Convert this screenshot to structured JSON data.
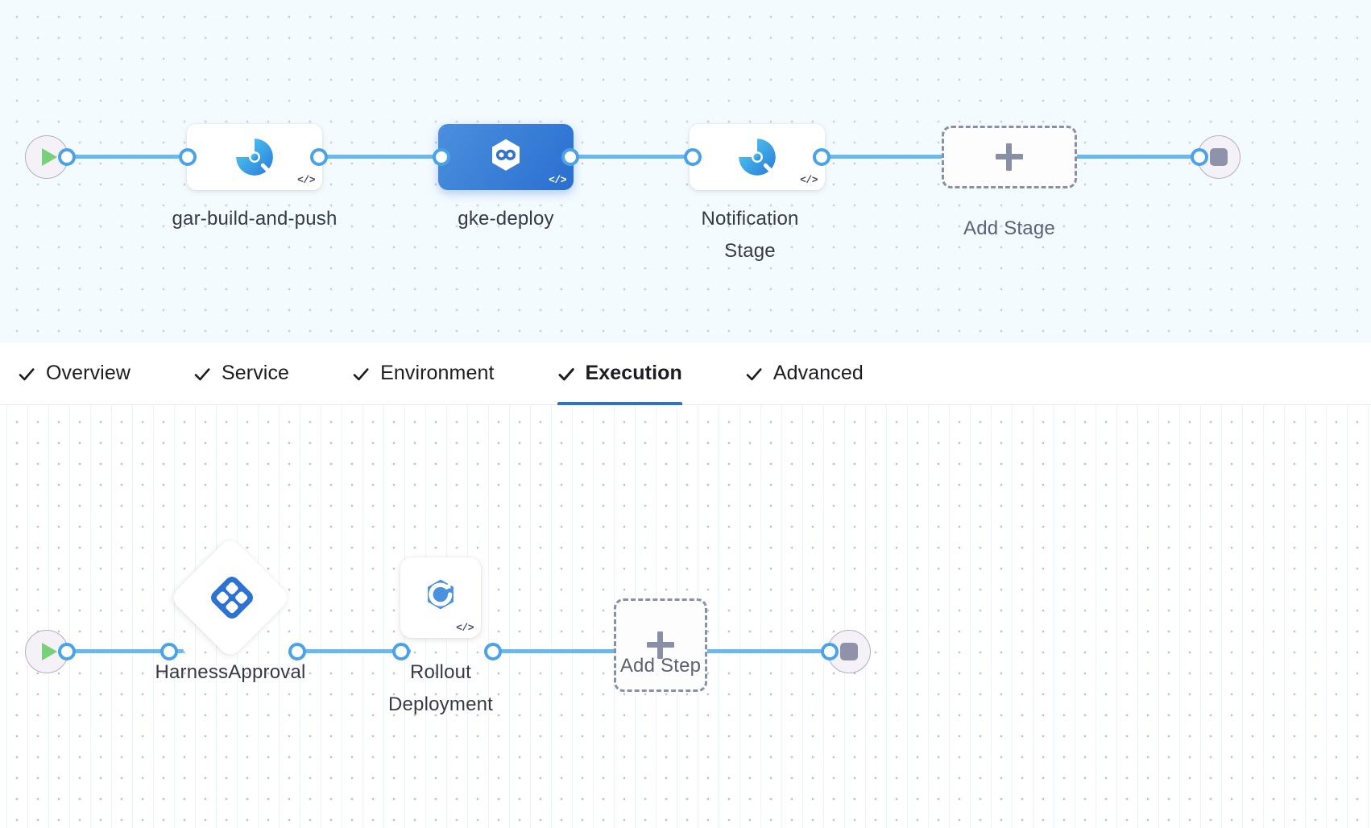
{
  "pipeline": {
    "stage_flow": {
      "start_node": {
        "icon": "play-icon",
        "name": "pipeline-start"
      },
      "end_node": {
        "icon": "stop-icon",
        "name": "pipeline-end"
      },
      "stages": [
        {
          "label": "gar-build-and-push",
          "icon": "ci-build-icon",
          "selected": false,
          "code_badge": "</>"
        },
        {
          "label": "gke-deploy",
          "icon": "cd-deploy-icon",
          "selected": true,
          "code_badge": "</>"
        },
        {
          "label": "Notification Stage",
          "icon": "ci-build-icon",
          "selected": false,
          "code_badge": "</>"
        }
      ],
      "add_stage": {
        "label": "Add Stage",
        "icon": "plus-icon"
      }
    },
    "tabs": [
      {
        "label": "Overview",
        "icon": "check-icon",
        "active": false
      },
      {
        "label": "Service",
        "icon": "check-icon",
        "active": false
      },
      {
        "label": "Environment",
        "icon": "check-icon",
        "active": false
      },
      {
        "label": "Execution",
        "icon": "check-icon",
        "active": true
      },
      {
        "label": "Advanced",
        "icon": "check-icon",
        "active": false
      }
    ],
    "step_flow": {
      "start_node": {
        "icon": "play-icon",
        "name": "execution-start"
      },
      "end_node": {
        "icon": "stop-icon",
        "name": "execution-end"
      },
      "steps": [
        {
          "label": "HarnessApproval",
          "icon": "harness-approval-icon",
          "shape": "diamond",
          "code_badge": ""
        },
        {
          "label": "Rollout Deployment",
          "icon": "rollout-deployment-icon",
          "shape": "square",
          "code_badge": "</>"
        }
      ],
      "add_step": {
        "label": "Add Step",
        "icon": "plus-icon"
      }
    }
  },
  "colors": {
    "accent": "#2d72d2",
    "connector": "#6bb8ef",
    "port_ring": "#4aa3e8",
    "selected_stage": "#2a6fd0",
    "canvas_bg": "#f4fbff",
    "dashed_border": "#8a8fa8",
    "play_green": "#79d07a",
    "stop_gray": "#8f92a8"
  }
}
